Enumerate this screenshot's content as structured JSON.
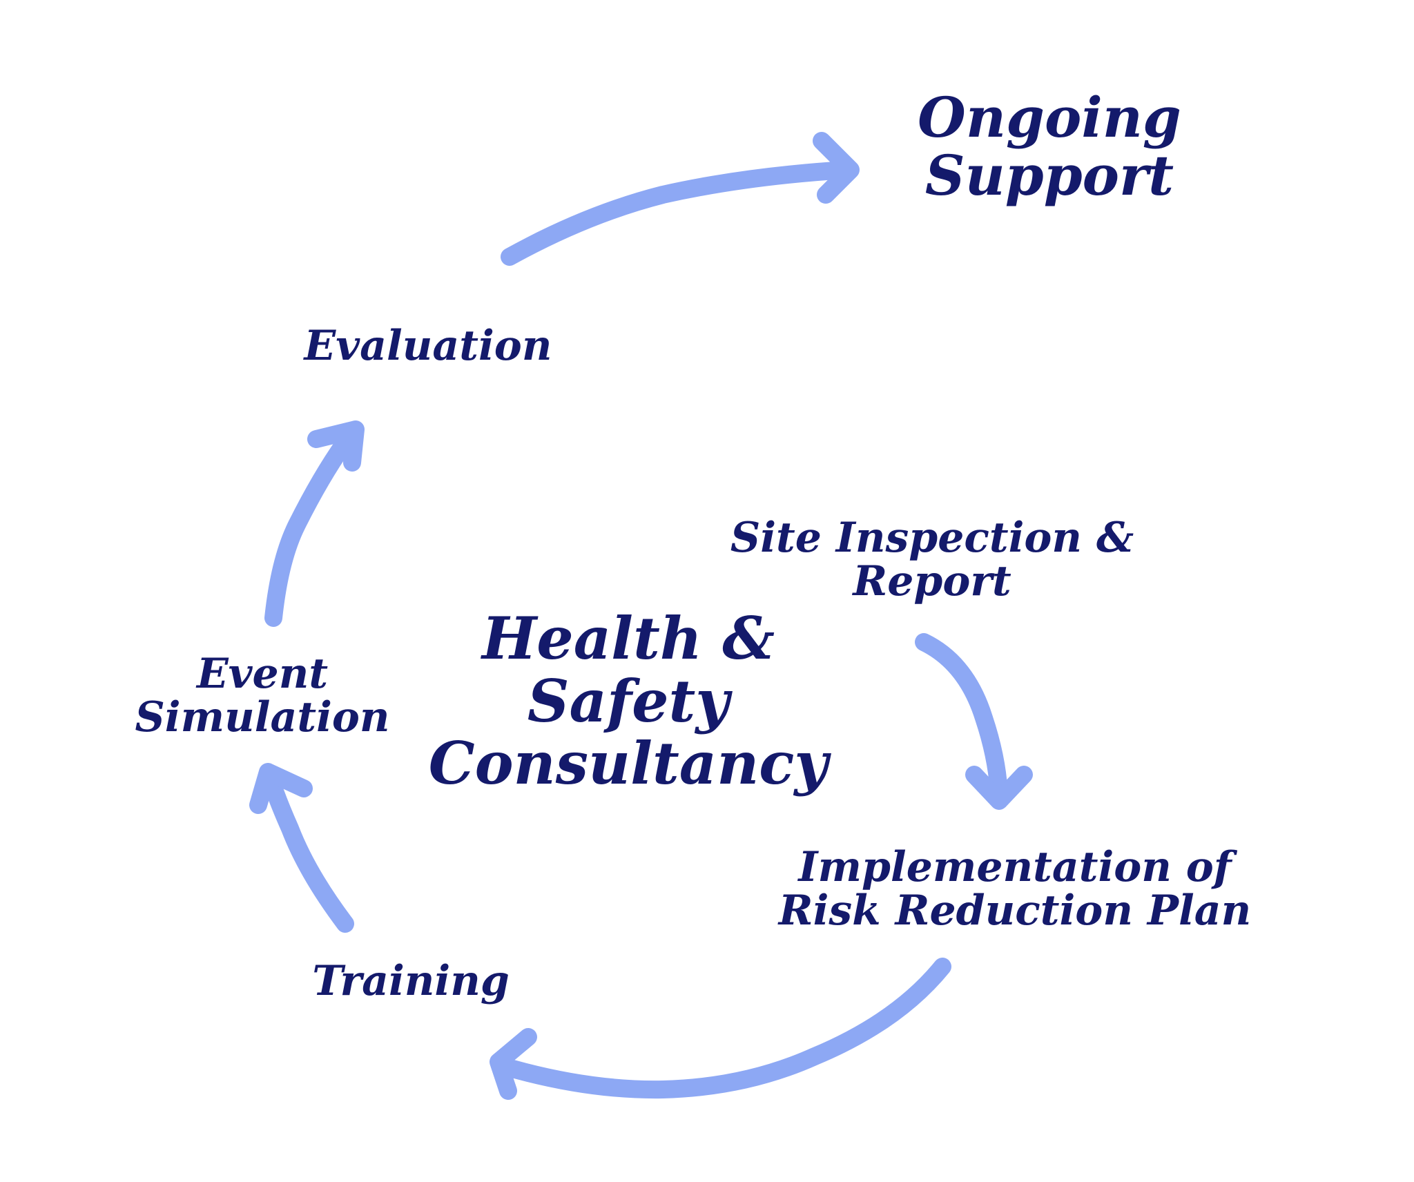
{
  "colors": {
    "text": "#141a6b",
    "arrow": "#8da8f4",
    "background": "#ffffff"
  },
  "center_title": {
    "line1": "Health &",
    "line2": "Safety",
    "line3": "Consultancy"
  },
  "stages": {
    "ongoing_support": {
      "line1": "Ongoing",
      "line2": "Support"
    },
    "evaluation": {
      "line1": "Evaluation"
    },
    "site_inspection": {
      "line1": "Site Inspection &",
      "line2": "Report"
    },
    "implementation": {
      "line1": "Implementation of",
      "line2": "Risk Reduction Plan"
    },
    "training": {
      "line1": "Training"
    },
    "event_simulation": {
      "line1": "Event",
      "line2": "Simulation"
    }
  },
  "arrows": [
    {
      "from": "Site Inspection & Report",
      "to": "Implementation of Risk Reduction Plan"
    },
    {
      "from": "Implementation of Risk Reduction Plan",
      "to": "Training"
    },
    {
      "from": "Training",
      "to": "Event Simulation"
    },
    {
      "from": "Event Simulation",
      "to": "Evaluation"
    },
    {
      "from": "Evaluation",
      "to": "Ongoing Support"
    }
  ]
}
